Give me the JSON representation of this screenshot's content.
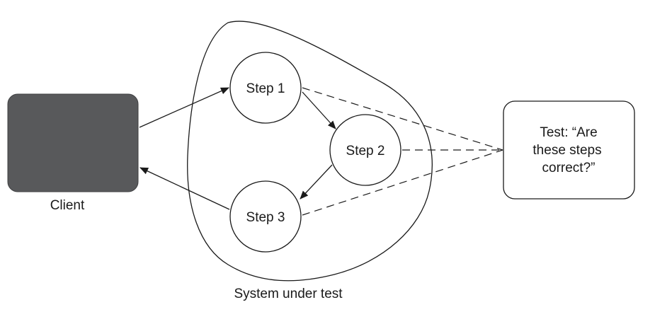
{
  "client": {
    "label": "Client",
    "fill_color": "#58595b"
  },
  "system": {
    "label": "System under test"
  },
  "steps": [
    {
      "label": "Step 1"
    },
    {
      "label": "Step 2"
    },
    {
      "label": "Step 3"
    }
  ],
  "test": {
    "lines": [
      "Test: “Are",
      "these steps",
      "correct?”"
    ]
  }
}
